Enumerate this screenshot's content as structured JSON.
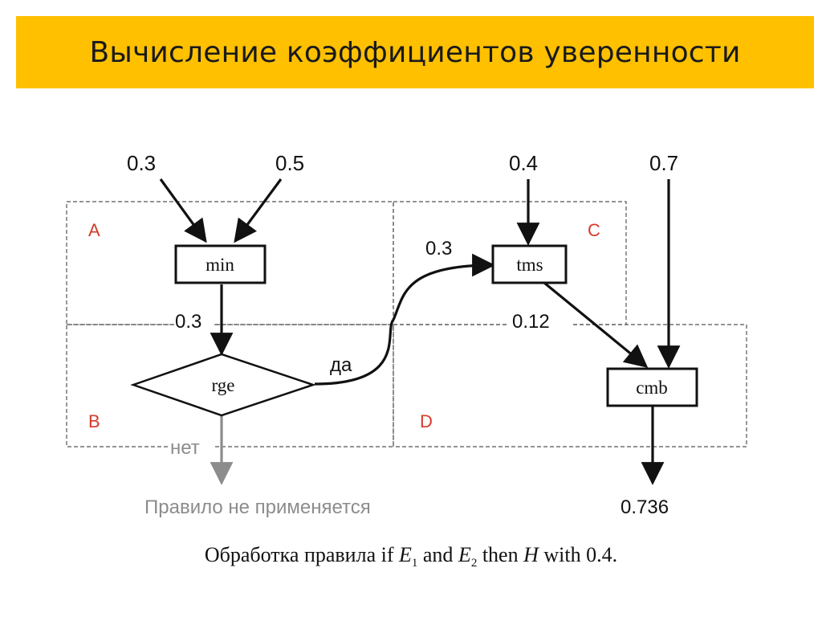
{
  "title": "Вычисление коэффициентов уверенности",
  "colors": {
    "title_bar": "#FFC000",
    "region_label": "#d43a2a",
    "rejected_path": "#8c8c8c",
    "line": "#111111"
  },
  "regions": [
    {
      "label": "A"
    },
    {
      "label": "B"
    },
    {
      "label": "C"
    },
    {
      "label": "D"
    }
  ],
  "nodes": {
    "min": "min",
    "rge": "rge",
    "tms": "tms",
    "cmb": "cmb"
  },
  "inputs": {
    "e1": "0.3",
    "e2": "0.5",
    "tms_in": "0.4",
    "cmb_in": "0.7"
  },
  "edges": {
    "min_out": "0.3",
    "yes": "да",
    "tms_in_left": "0.3",
    "tms_out": "0.12",
    "no": "нет"
  },
  "outputs": {
    "not_applied": "Правило не применяется",
    "result": "0.736"
  },
  "caption": {
    "prefix": "Обработка правила if",
    "e1": "E",
    "e1_sub": "1",
    "and": "and",
    "e2": "E",
    "e2_sub": "2",
    "then": "then",
    "h": "H",
    "with": "with 0.4."
  }
}
